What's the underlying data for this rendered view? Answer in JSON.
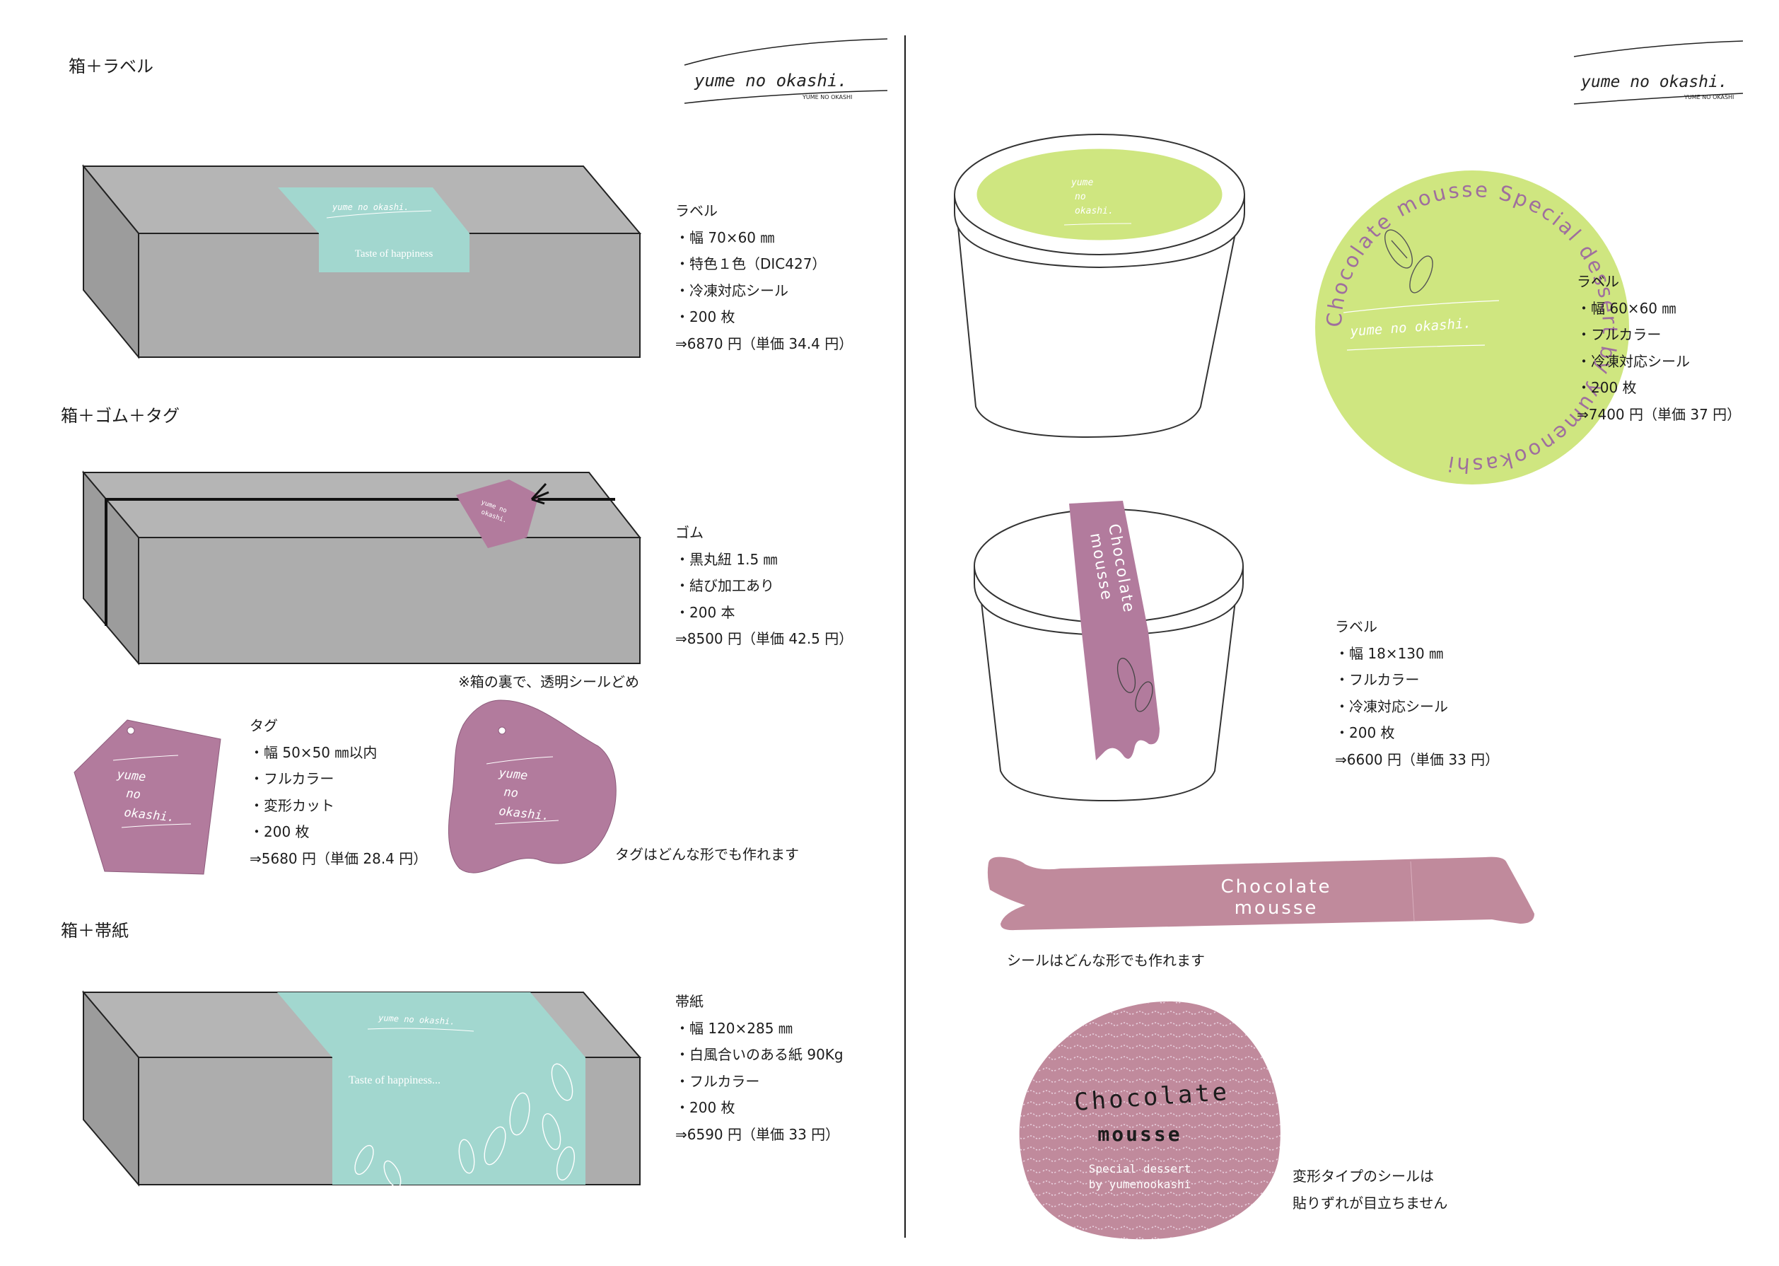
{
  "brand": {
    "name": "yume no okashi.",
    "sub": "YUME NO OKASHI"
  },
  "colors": {
    "box_gray": "#adadad",
    "mint": "#a2d7cf",
    "mauve": "#b27b9d",
    "lime": "#cfe680",
    "pink": "#c08a9c",
    "line": "#1a1a1a"
  },
  "left": {
    "sections": [
      {
        "heading": "箱＋ラベル",
        "label_text": "Taste of happiness",
        "spec": [
          "ラベル",
          "・幅 70×60 ㎜",
          "・特色１色（DIC427）",
          "・冷凍対応シール",
          "・200 枚",
          "⇒6870 円（単価 34.4 円）"
        ]
      },
      {
        "heading": "箱＋ゴム＋タグ",
        "spec": [
          "ゴム",
          "・黒丸紐 1.5 ㎜",
          "・結び加工あり",
          "・200 本",
          "⇒8500 円（単価 42.5 円）"
        ],
        "note": "※箱の裏で、透明シールどめ"
      },
      {
        "tag_spec": [
          "タグ",
          "・幅 50×50 ㎜以内",
          "・フルカラー",
          "・変形カット",
          "・200 枚",
          "⇒5680 円（単価 28.4 円）"
        ],
        "tag_logo": [
          "yume",
          "no",
          "okashi."
        ],
        "tag_note": "タグはどんな形でも作れます"
      },
      {
        "heading": "箱＋帯紙",
        "band_text": "Taste of happiness...",
        "spec": [
          "帯紙",
          "・幅 120×285 ㎜",
          "・白風合いのある紙 90Kg",
          "・フルカラー",
          "・200 枚",
          "⇒6590 円（単価 33 円）"
        ]
      }
    ]
  },
  "right": {
    "cup1": {
      "lid_logo": [
        "yume",
        "no",
        "okashi."
      ],
      "circle_arc_text": "Chocolate mousse  Special dessert  by  yumenookashi",
      "spec": [
        "ラベル",
        "・幅 60×60 ㎜",
        "・フルカラー",
        "・冷凍対応シール",
        "・200 枚",
        "⇒7400 円（単価 37 円）"
      ]
    },
    "cup2": {
      "strip_lines": [
        "Chocolate",
        "mousse"
      ],
      "spec": [
        "ラベル",
        "・幅 18×130 ㎜",
        "・フルカラー",
        "・冷凍対応シール",
        "・200 枚",
        "⇒6600 円（単価 33 円）"
      ]
    },
    "banner": {
      "lines": [
        "Chocolate",
        "mousse"
      ],
      "note": "シールはどんな形でも作れます"
    },
    "blob": {
      "title1": "Chocolate",
      "title2": "mousse",
      "sub1": "Special dessert",
      "sub2": "by yumenookashi",
      "note": [
        "変形タイプのシールは",
        "貼りずれが目立ちません"
      ]
    }
  }
}
